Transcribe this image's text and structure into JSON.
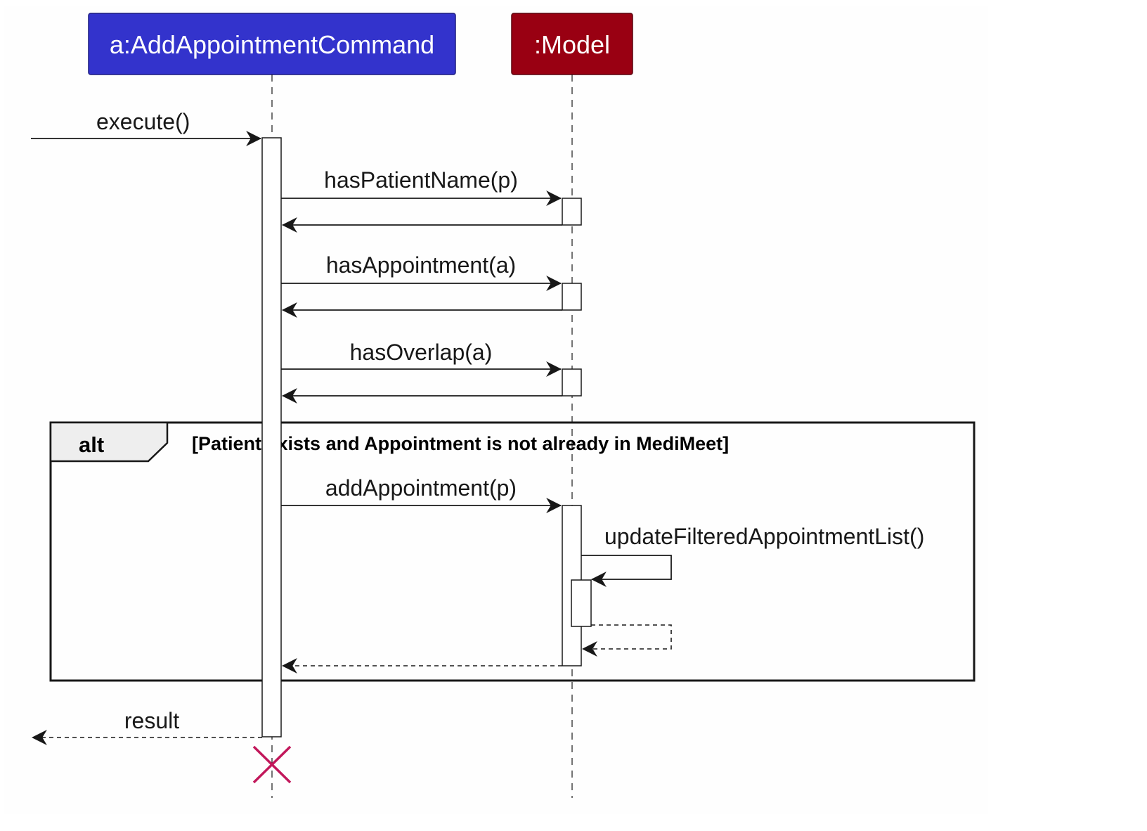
{
  "participants": [
    {
      "name": "a:AddAppointmentCommand",
      "fill": "#3333cc"
    },
    {
      "name": ":Model",
      "fill": "#990012"
    }
  ],
  "messages": {
    "execute": "execute()",
    "has_patient_name": "hasPatientName(p)",
    "has_appointment": "hasAppointment(a)",
    "has_overlap": "hasOverlap(a)",
    "add_appointment": "addAppointment(p)",
    "update_filtered": "updateFilteredAppointmentList()",
    "result": "result"
  },
  "alt_fragment": {
    "operator": "alt",
    "guard": "[Patient exists and Appointment is not already in MediMeet]"
  },
  "colors": {
    "line": "#181818",
    "activation_fill": "#ffffff",
    "fragment_header_fill": "#eeeeee",
    "destroy": "#c2185b"
  }
}
